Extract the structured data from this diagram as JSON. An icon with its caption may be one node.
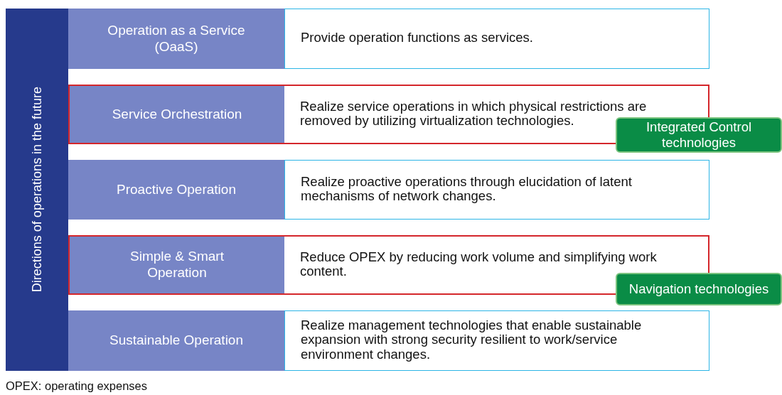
{
  "diagram": {
    "nodes": [
      {
        "text": [
          "Directions of operations in the future"
        ]
      },
      {
        "text": [
          "Operation as a Service (OaaS)"
        ]
      },
      {
        "text": [
          "Provide operation functions as services."
        ]
      },
      {
        "text": [
          "Service Orchestration"
        ]
      },
      {
        "text": [
          "Realize service operations in which physical restrictions are removed by utilizing virtualization technologies."
        ]
      },
      {
        "text": [
          "Integrated Control technologies"
        ]
      },
      {
        "text": [
          "Proactive Operation"
        ]
      },
      {
        "text": [
          "Realize proactive operations through elucidation of latent mechanisms of network changes."
        ]
      },
      {
        "text": [
          "Simple & Smart Operation"
        ]
      },
      {
        "text": [
          "Reduce OPEX by reducing work volume and simplifying work content."
        ]
      },
      {
        "text": [
          "Navigation technologies"
        ]
      },
      {
        "text": [
          "Sustainable Operation"
        ]
      },
      {
        "text": [
          "Realize management technologies that enable sustainable expansion with strong security resilient to work/service environment changes."
        ]
      }
    ],
    "edges": [],
    "labels": [
      "OPEX: operating expenses"
    ]
  }
}
